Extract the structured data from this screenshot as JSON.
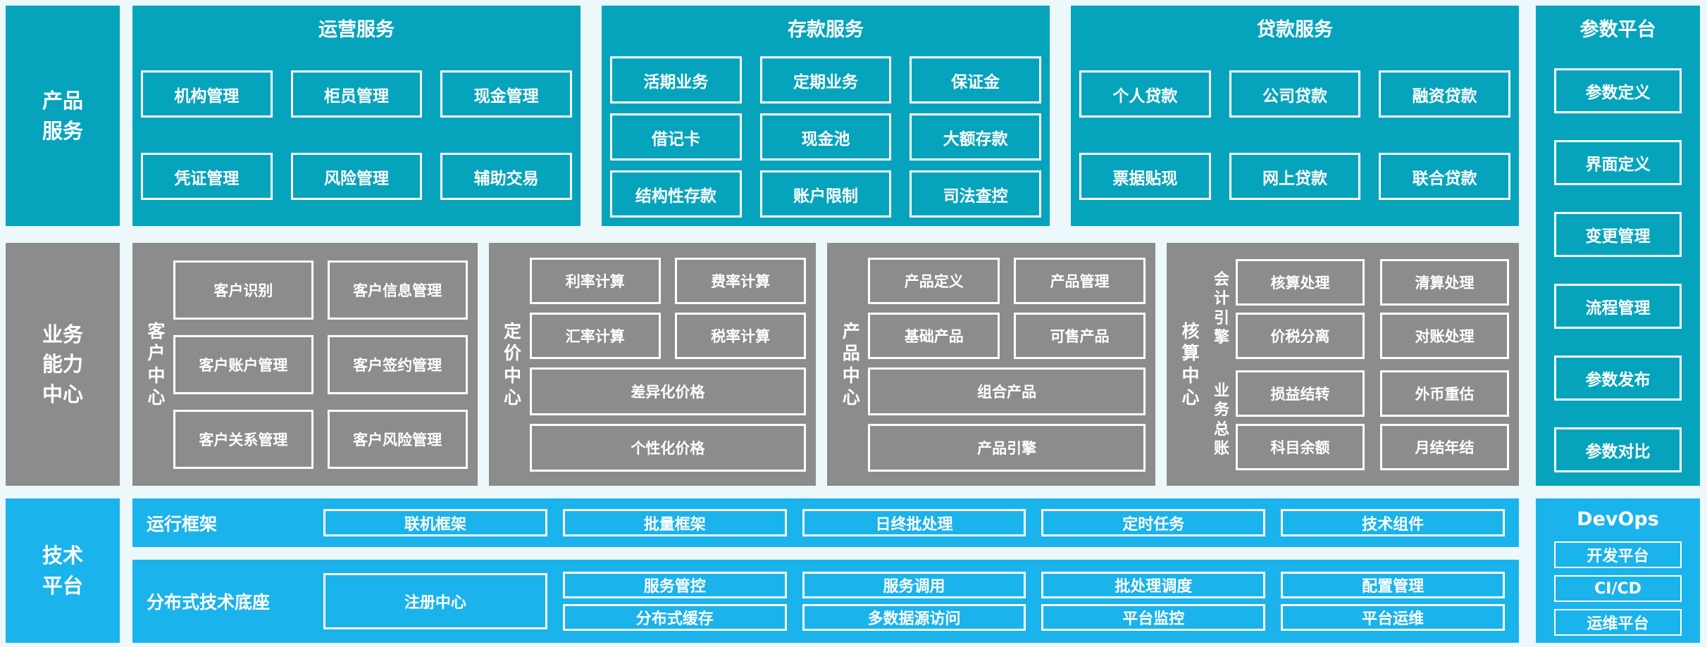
{
  "palette": {
    "teal": "#05a4bc",
    "blue": "#1ab3ec",
    "gray": "#8c8c8c",
    "background": "#edf8fb",
    "box_border": "#ffffff",
    "text": "#ffffff"
  },
  "left_rail": {
    "product_services_label": "产品\n服务",
    "capability_center_label": "业务\n能力\n中心",
    "tech_platform_label": "技术\n平台"
  },
  "product_services": {
    "operations": {
      "title": "运营服务",
      "boxes": [
        "机构管理",
        "柜员管理",
        "现金管理",
        "凭证管理",
        "风险管理",
        "辅助交易"
      ]
    },
    "deposit": {
      "title": "存款服务",
      "boxes": [
        "活期业务",
        "定期业务",
        "保证金",
        "借记卡",
        "现金池",
        "大额存款",
        "结构性存款",
        "账户限制",
        "司法查控"
      ]
    },
    "loan": {
      "title": "贷款服务",
      "boxes": [
        "个人贷款",
        "公司贷款",
        "融资贷款",
        "票据贴现",
        "网上贷款",
        "联合贷款"
      ]
    }
  },
  "capability_centers": {
    "customer": {
      "label": "客户中心",
      "boxes": [
        "客户识别",
        "客户信息管理",
        "客户账户管理",
        "客户签约管理",
        "客户关系管理",
        "客户风险管理"
      ]
    },
    "pricing": {
      "label": "定价中心",
      "small_boxes": [
        "利率计算",
        "费率计算",
        "汇率计算",
        "税率计算"
      ],
      "wide_boxes": [
        "差异化价格",
        "个性化价格"
      ]
    },
    "product": {
      "label": "产品中心",
      "small_boxes": [
        "产品定义",
        "产品管理",
        "基础产品",
        "可售产品"
      ],
      "wide_boxes": [
        "组合产品",
        "产品引擎"
      ]
    },
    "accounting": {
      "label": "核算中心",
      "engine_group": {
        "label": "会计引擎",
        "boxes": [
          "核算处理",
          "清算处理",
          "价税分离",
          "对账处理"
        ]
      },
      "ledger_group": {
        "label": "业务总账",
        "boxes": [
          "损益结转",
          "外币重估",
          "科目余额",
          "月结年结"
        ]
      }
    }
  },
  "parameter_platform": {
    "title": "参数平台",
    "boxes": [
      "参数定义",
      "界面定义",
      "变更管理",
      "流程管理",
      "参数发布",
      "参数对比"
    ]
  },
  "tech_platform": {
    "runtime": {
      "label": "运行框架",
      "boxes": [
        "联机框架",
        "批量框架",
        "日终批处理",
        "定时任务",
        "技术组件"
      ]
    },
    "distributed": {
      "label": "分布式技术底座",
      "registry_box": "注册中心",
      "columns": [
        [
          "服务管控",
          "分布式缓存"
        ],
        [
          "服务调用",
          "多数据源访问"
        ],
        [
          "批处理调度",
          "平台监控"
        ],
        [
          "配置管理",
          "平台运维"
        ]
      ]
    }
  },
  "devops": {
    "title": "DevOps",
    "boxes": [
      "开发平台",
      "CI/CD",
      "运维平台"
    ]
  }
}
